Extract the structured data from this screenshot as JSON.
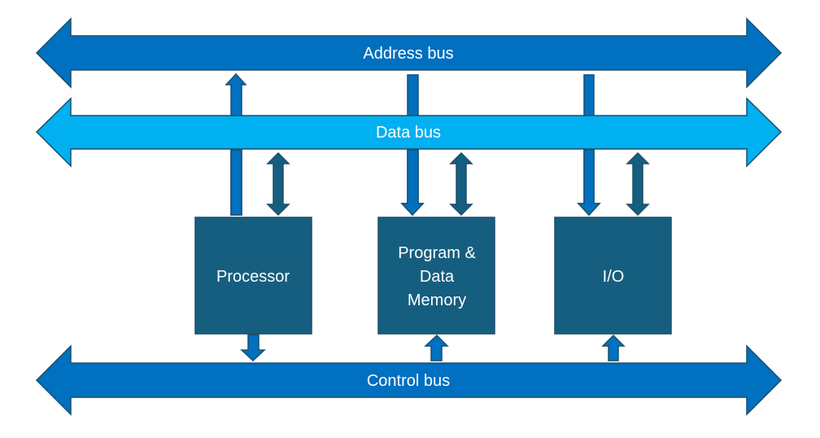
{
  "diagram": {
    "colors": {
      "address_bus": "#0070C0",
      "data_bus": "#00B0F0",
      "control_bus": "#0070C0",
      "box_fill": "#165E7F",
      "outline": "#1D4E6B",
      "unidirectional_arrow": "#0070C0",
      "bidirectional_arrow": "#165E7F",
      "text": "#FFFFFF"
    },
    "buses": {
      "address": {
        "label": "Address bus"
      },
      "data": {
        "label": "Data bus"
      },
      "control": {
        "label": "Control bus"
      }
    },
    "components": {
      "processor": {
        "label_lines": [
          "Processor"
        ]
      },
      "memory": {
        "label_lines": [
          "Program &",
          "Data",
          "Memory"
        ]
      },
      "io": {
        "label_lines": [
          "I/O"
        ]
      }
    },
    "connections": [
      {
        "from": "Processor",
        "to": "Address bus",
        "direction": "up"
      },
      {
        "from": "Processor",
        "to": "Data bus",
        "direction": "bidirectional"
      },
      {
        "from": "Address bus",
        "to": "Program & Data Memory",
        "direction": "down"
      },
      {
        "from": "Program & Data Memory",
        "to": "Data bus",
        "direction": "bidirectional"
      },
      {
        "from": "Address bus",
        "to": "I/O",
        "direction": "down"
      },
      {
        "from": "I/O",
        "to": "Data bus",
        "direction": "bidirectional"
      },
      {
        "from": "Processor",
        "to": "Control bus",
        "direction": "down"
      },
      {
        "from": "Control bus",
        "to": "Program & Data Memory",
        "direction": "up"
      },
      {
        "from": "Control bus",
        "to": "I/O",
        "direction": "up"
      }
    ]
  }
}
